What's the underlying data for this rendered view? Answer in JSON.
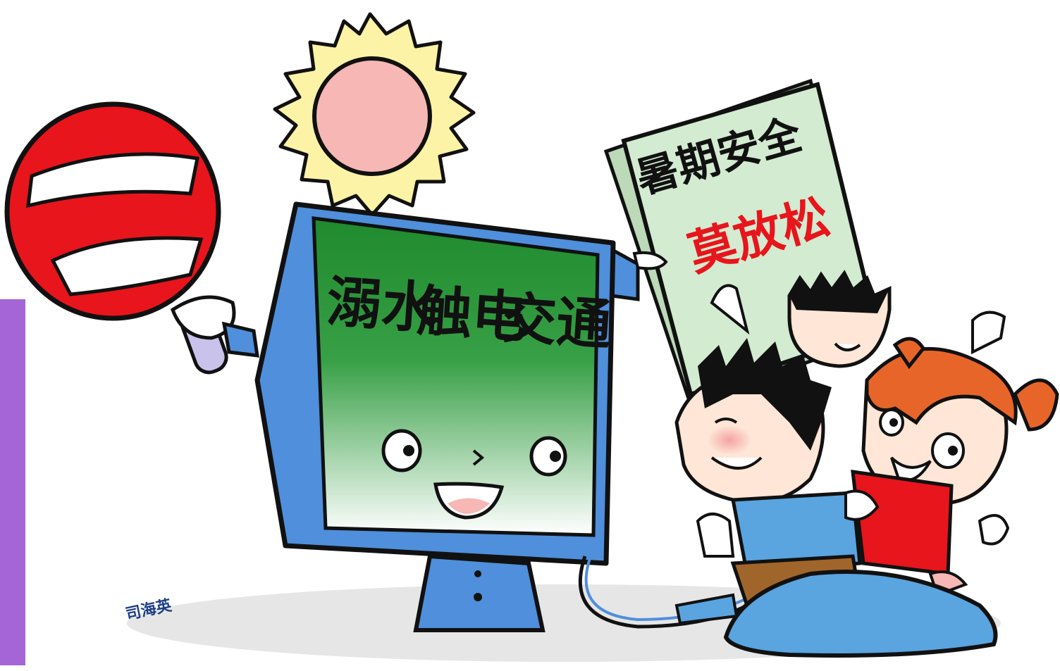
{
  "screen": {
    "text_1": "溺水",
    "text_2": "触电",
    "text_3": "交通"
  },
  "sign": {
    "title": "暑期安全",
    "subtitle": "莫放松"
  },
  "artist_signature": "司海英",
  "colors": {
    "background": "#ffffff",
    "purple_bar": "#a565d6",
    "monitor_blue": "#4f8fdb",
    "screen_green_top": "#1f8a2e",
    "screen_green_bottom": "#ffffff",
    "sun_yellow": "#fdf3a6",
    "sun_pink": "#f6b7b5",
    "stop_sign_red": "#e8151c",
    "sign_paper": "#d3ebd0",
    "text_red": "#e8151c"
  }
}
